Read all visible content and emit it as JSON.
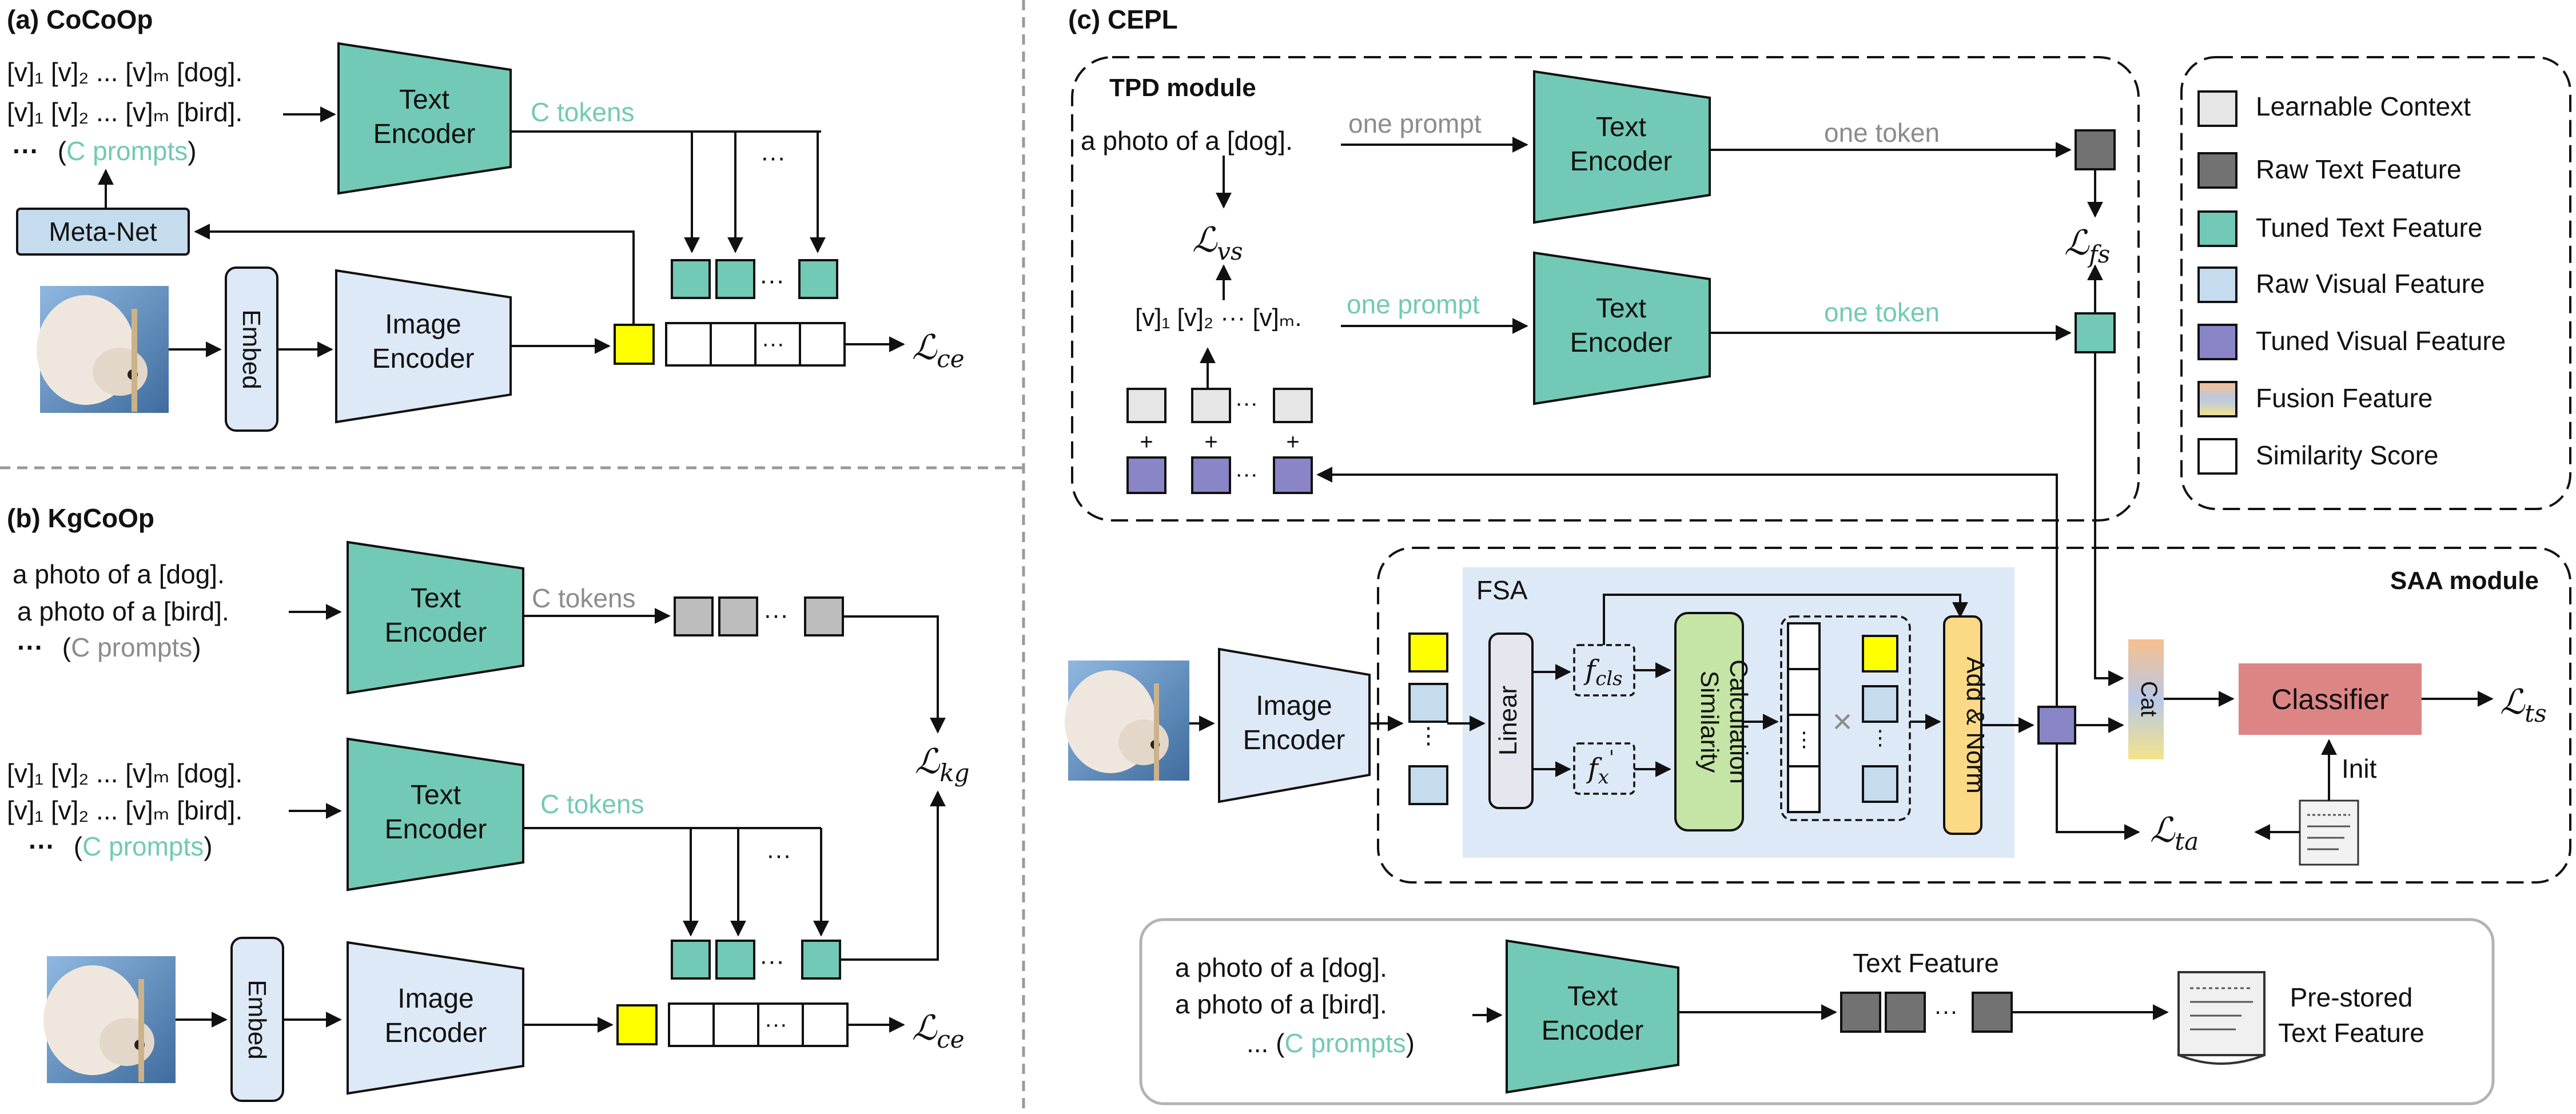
{
  "panels": {
    "a": {
      "title": "(a) CoCoOp",
      "prompt_line1": "[v]₁ [v]₂ ... [v]ₘ [dog].",
      "prompt_line2": "[v]₁ [v]₂ ... [v]ₘ [bird].",
      "prompt_more_dots": "···",
      "prompt_more_open": "(",
      "prompt_more_teal": "C prompts",
      "prompt_more_close": ")",
      "text_encoder": [
        "Text",
        "Encoder"
      ],
      "c_tokens": "C tokens",
      "meta_net": "Meta-Net",
      "embed": "Embed",
      "image_encoder": [
        "Image",
        "Encoder"
      ],
      "ellipsis": "···",
      "loss": "ℒ",
      "loss_sub": "ce"
    },
    "b": {
      "title": "(b) KgCoOp",
      "prompt_line1": "a photo of a [dog].",
      "prompt_line2": "a photo of a [bird].",
      "prompt_more_dots": "···",
      "prompt_more_open": "(",
      "prompt_more_gray": "C prompts",
      "prompt_more_close": ")",
      "text_encoder": [
        "Text",
        "Encoder"
      ],
      "c_tokens_gray": "C tokens",
      "prompt2_line1": "[v]₁ [v]₂ ... [v]ₘ [dog].",
      "prompt2_line2": "[v]₁ [v]₂ ... [v]ₘ [bird].",
      "prompt2_more_teal": "C prompts",
      "c_tokens_teal": "C tokens",
      "embed": "Embed",
      "image_encoder": [
        "Image",
        "Encoder"
      ],
      "ellipsis": "···",
      "loss_kg": "ℒ",
      "loss_kg_sub": "kg",
      "loss_ce": "ℒ",
      "loss_ce_sub": "ce"
    },
    "c": {
      "title": "(c) CEPL",
      "tpd_title": "TPD module",
      "tpd_prompt": "a photo of a [dog].",
      "one_prompt_gray": "one prompt",
      "one_token_gray": "one token",
      "one_prompt_teal": "one prompt",
      "one_token_teal": "one token",
      "learn_prompt": "[v]₁  [v]₂ ··· [v]ₘ.",
      "text_encoder": [
        "Text",
        "Encoder"
      ],
      "loss_vs": "ℒ",
      "loss_vs_sub": "vs",
      "loss_fs": "ℒ",
      "loss_fs_sub": "fs",
      "plus": "+",
      "ellipsis": "···",
      "saa_title": "SAA module",
      "fsa_title": "FSA",
      "image_encoder": [
        "Image",
        "Encoder"
      ],
      "linear": "Linear",
      "f_cls": "f",
      "f_cls_sub": "cls",
      "f_x": "f",
      "f_x_sub": "x",
      "f_x_sup": "'",
      "similarity": [
        "Similarity",
        "Calculation"
      ],
      "add_norm": "Add & Norm",
      "times": "×",
      "cat": "Cat",
      "classifier": "Classifier",
      "loss_ts": "ℒ",
      "loss_ts_sub": "ts",
      "loss_ta": "ℒ",
      "loss_ta_sub": "ta",
      "init": "Init",
      "bottom_prompt1": "a photo of a [dog].",
      "bottom_prompt2": "a photo of a [bird].",
      "bottom_prompt3_open": "... (",
      "bottom_prompt3_teal": "C prompts",
      "bottom_prompt3_close": ")",
      "text_feature": "Text Feature",
      "prestored": [
        "Pre-stored",
        "Text Feature"
      ]
    }
  },
  "legend": [
    {
      "label": "Learnable Context",
      "color": "#e6e6e6"
    },
    {
      "label": "Raw Text Feature",
      "color": "#727272"
    },
    {
      "label": "Tuned Text Feature",
      "color": "#72c9b6"
    },
    {
      "label": "Raw Visual Feature",
      "color": "#c5dbee"
    },
    {
      "label": "Tuned Visual Feature",
      "color": "#8a85c7"
    },
    {
      "label": "Fusion Feature",
      "color": "gradient"
    },
    {
      "label": "Similarity Score",
      "color": "#ffffff"
    }
  ],
  "colors": {
    "teal": "#72c9b6",
    "raw_text": "#727272",
    "raw_visual": "#c5dbee",
    "tuned_visual": "#8a85c7",
    "learnable": "#e6e6e6",
    "yellow": "#ffff00",
    "classifier": "#dd8585",
    "similarity_block": "#c5e5a6",
    "add_norm_block": "#fcd985",
    "fsa_bg": "#dde9f6"
  }
}
